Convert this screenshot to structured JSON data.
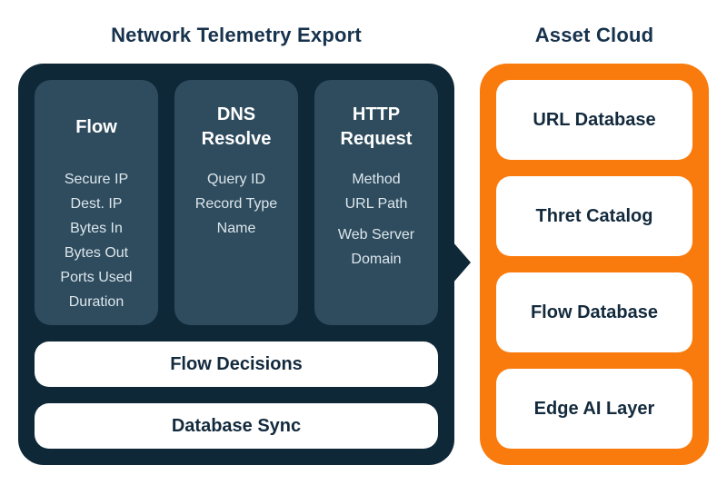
{
  "colors": {
    "background": "#ffffff",
    "dark_container": "#0F2838",
    "column_fill": "#2E4C5E",
    "orange_container": "#F97B0D",
    "title_text": "#16324C",
    "light_item_text": "#DDE6EC",
    "dark_label_text": "#132A3D"
  },
  "left": {
    "title": "Network Telemetry Export",
    "columns": [
      {
        "header": "Flow",
        "items": [
          "Secure IP",
          "Dest. IP",
          "Bytes In",
          "Bytes Out",
          "Ports Used",
          "Duration"
        ]
      },
      {
        "header": "DNS Resolve",
        "items": [
          "Query ID",
          "Record Type",
          "Name"
        ]
      },
      {
        "header": "HTTP Request",
        "items": [
          "Method",
          "URL Path",
          "Web Server Domain"
        ]
      }
    ],
    "bars": [
      "Flow Decisions",
      "Database Sync"
    ]
  },
  "right": {
    "title": "Asset Cloud",
    "boxes": [
      "URL Database",
      "Thret Catalog",
      "Flow Database",
      "Edge AI Layer"
    ]
  }
}
